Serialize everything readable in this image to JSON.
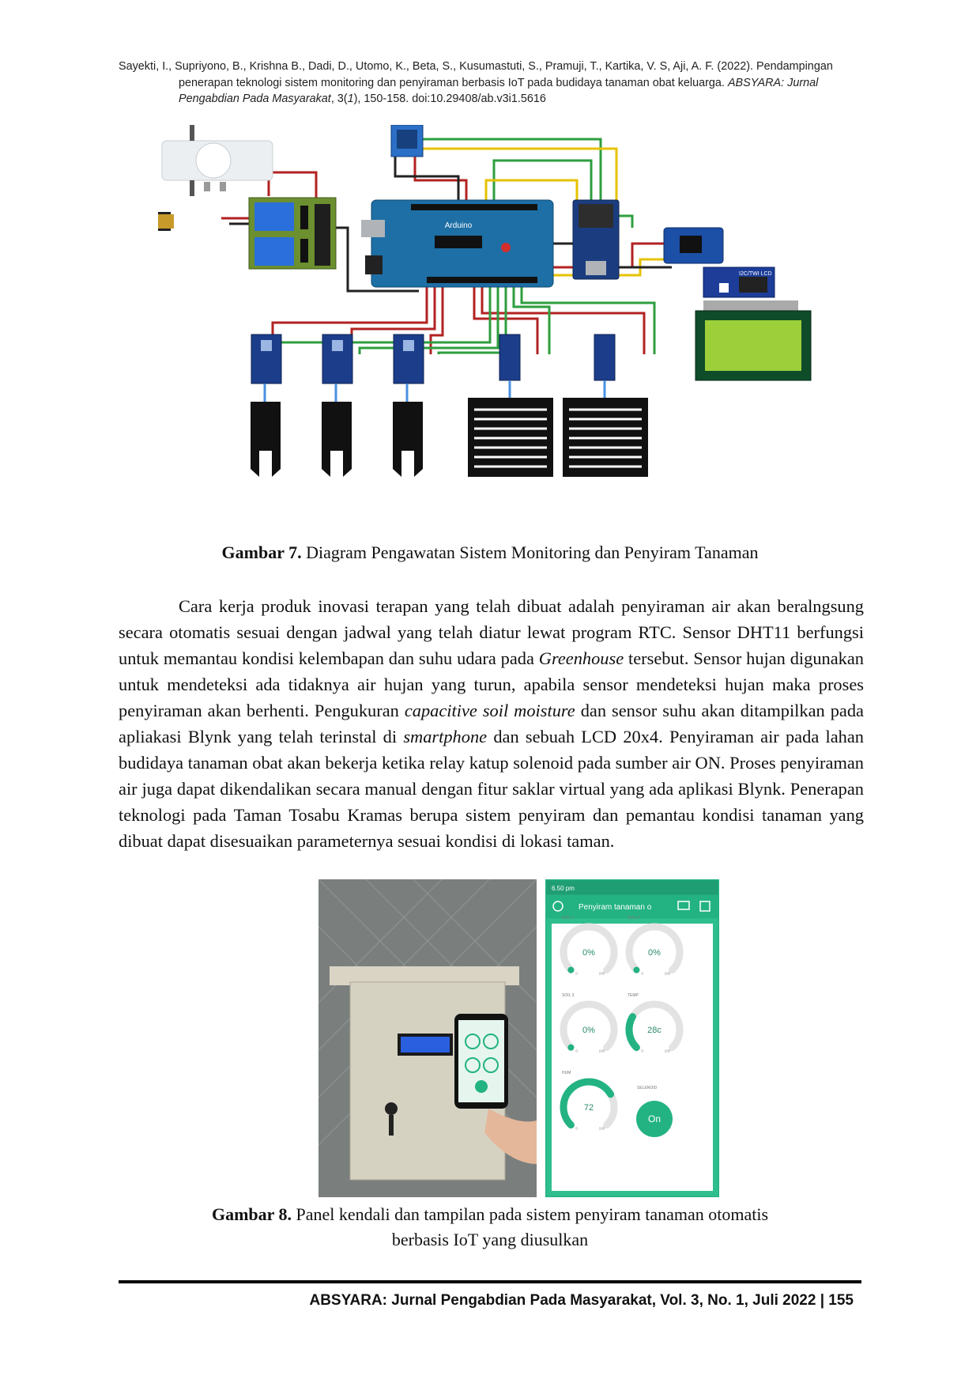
{
  "header": {
    "line1": "Sayekti, I., Supriyono, B., Krishna B., Dadi, D., Utomo, K., Beta, S., Kusumastuti, S., Pramuji, T., Kartika, V. S, Aji, A. F. (2022). Pendampingan",
    "line2": "penerapan teknologi sistem monitoring dan penyiraman berbasis IoT pada budidaya tanaman obat keluarga.",
    "journal": "ABSYARA: Jurnal",
    "line3_journal": "Pengabdian Pada Masyarakat",
    "line3_rest_a": ", 3(",
    "line3_issue": "1",
    "line3_rest_b": "), 150-158. doi:10.29408/ab.v3i1.5616"
  },
  "figure7": {
    "label": "Gambar 7.",
    "text": " Diagram Pengawatan Sistem Monitoring dan Penyiram Tanaman",
    "board_label": "Arduino",
    "module_label": "I2C/TWI LCD"
  },
  "paragraph": {
    "s1": "Cara kerja produk inovasi terapan yang telah dibuat adalah penyiraman air akan beralngsung secara otomatis sesuai dengan jadwal yang telah diatur lewat program RTC. Sensor DHT11 berfungsi untuk memantau kondisi kelembapan dan suhu udara pada ",
    "i1": "Greenhouse",
    "s2": " tersebut. Sensor hujan digunakan untuk mendeteksi ada tidaknya air hujan yang turun, apabila sensor mendeteksi hujan maka proses penyiraman akan berhenti. Pengukuran ",
    "i2": "capacitive soil moisture",
    "s3": " dan sensor suhu akan ditampilkan pada apliakasi Blynk yang telah terinstal di ",
    "i3": "smartphone",
    "s4": " dan sebuah LCD 20x4. Penyiraman air pada lahan budidaya tanaman obat akan bekerja ketika relay katup solenoid pada sumber air ON. Proses penyiraman air juga dapat dikendalikan secara manual dengan fitur saklar virtual yang ada aplikasi Blynk. Penerapan teknologi pada Taman Tosabu Kramas berupa sistem penyiram dan pemantau kondisi tanaman yang dibuat dapat disesuaikan parameternya sesuai kondisi di lokasi taman."
  },
  "app": {
    "status_time": "6.50 pm",
    "title": "Penyiram tanaman o",
    "gauges": [
      {
        "label": "SOIL 1",
        "value": "0",
        "unit": "%",
        "min": "0",
        "max": "100",
        "fraction": 0.0
      },
      {
        "label": "SOIL 2",
        "value": "0",
        "unit": "%",
        "min": "0",
        "max": "100",
        "fraction": 0.0
      },
      {
        "label": "SOIL 3",
        "value": "0",
        "unit": "%",
        "min": "0",
        "max": "100",
        "fraction": 0.0
      },
      {
        "label": "TEMP",
        "value": "28",
        "unit": "c",
        "min": "0",
        "max": "100",
        "fraction": 0.28
      },
      {
        "label": "HUM",
        "value": "72",
        "unit": "",
        "min": "0",
        "max": "100",
        "fraction": 0.72
      }
    ],
    "switch_label": "SELENOID",
    "switch_text": "On"
  },
  "figure8": {
    "label": "Gambar 8.",
    "text_line1": " Panel kendali dan tampilan pada sistem penyiram tanaman otomatis",
    "text_line2": "berbasis IoT yang diusulkan"
  },
  "footer": {
    "text": "ABSYARA: Jurnal Pengabdian Pada Masyarakat, Vol. 3, No. 1, Juli 2022 | 155"
  },
  "colors": {
    "board_blue": "#1d6fa5",
    "lcd_green": "#9ccf3a",
    "app_green": "#23b383",
    "wire_red": "#b22222",
    "wire_green": "#2e9e3e",
    "wire_yellow": "#e6c200"
  }
}
